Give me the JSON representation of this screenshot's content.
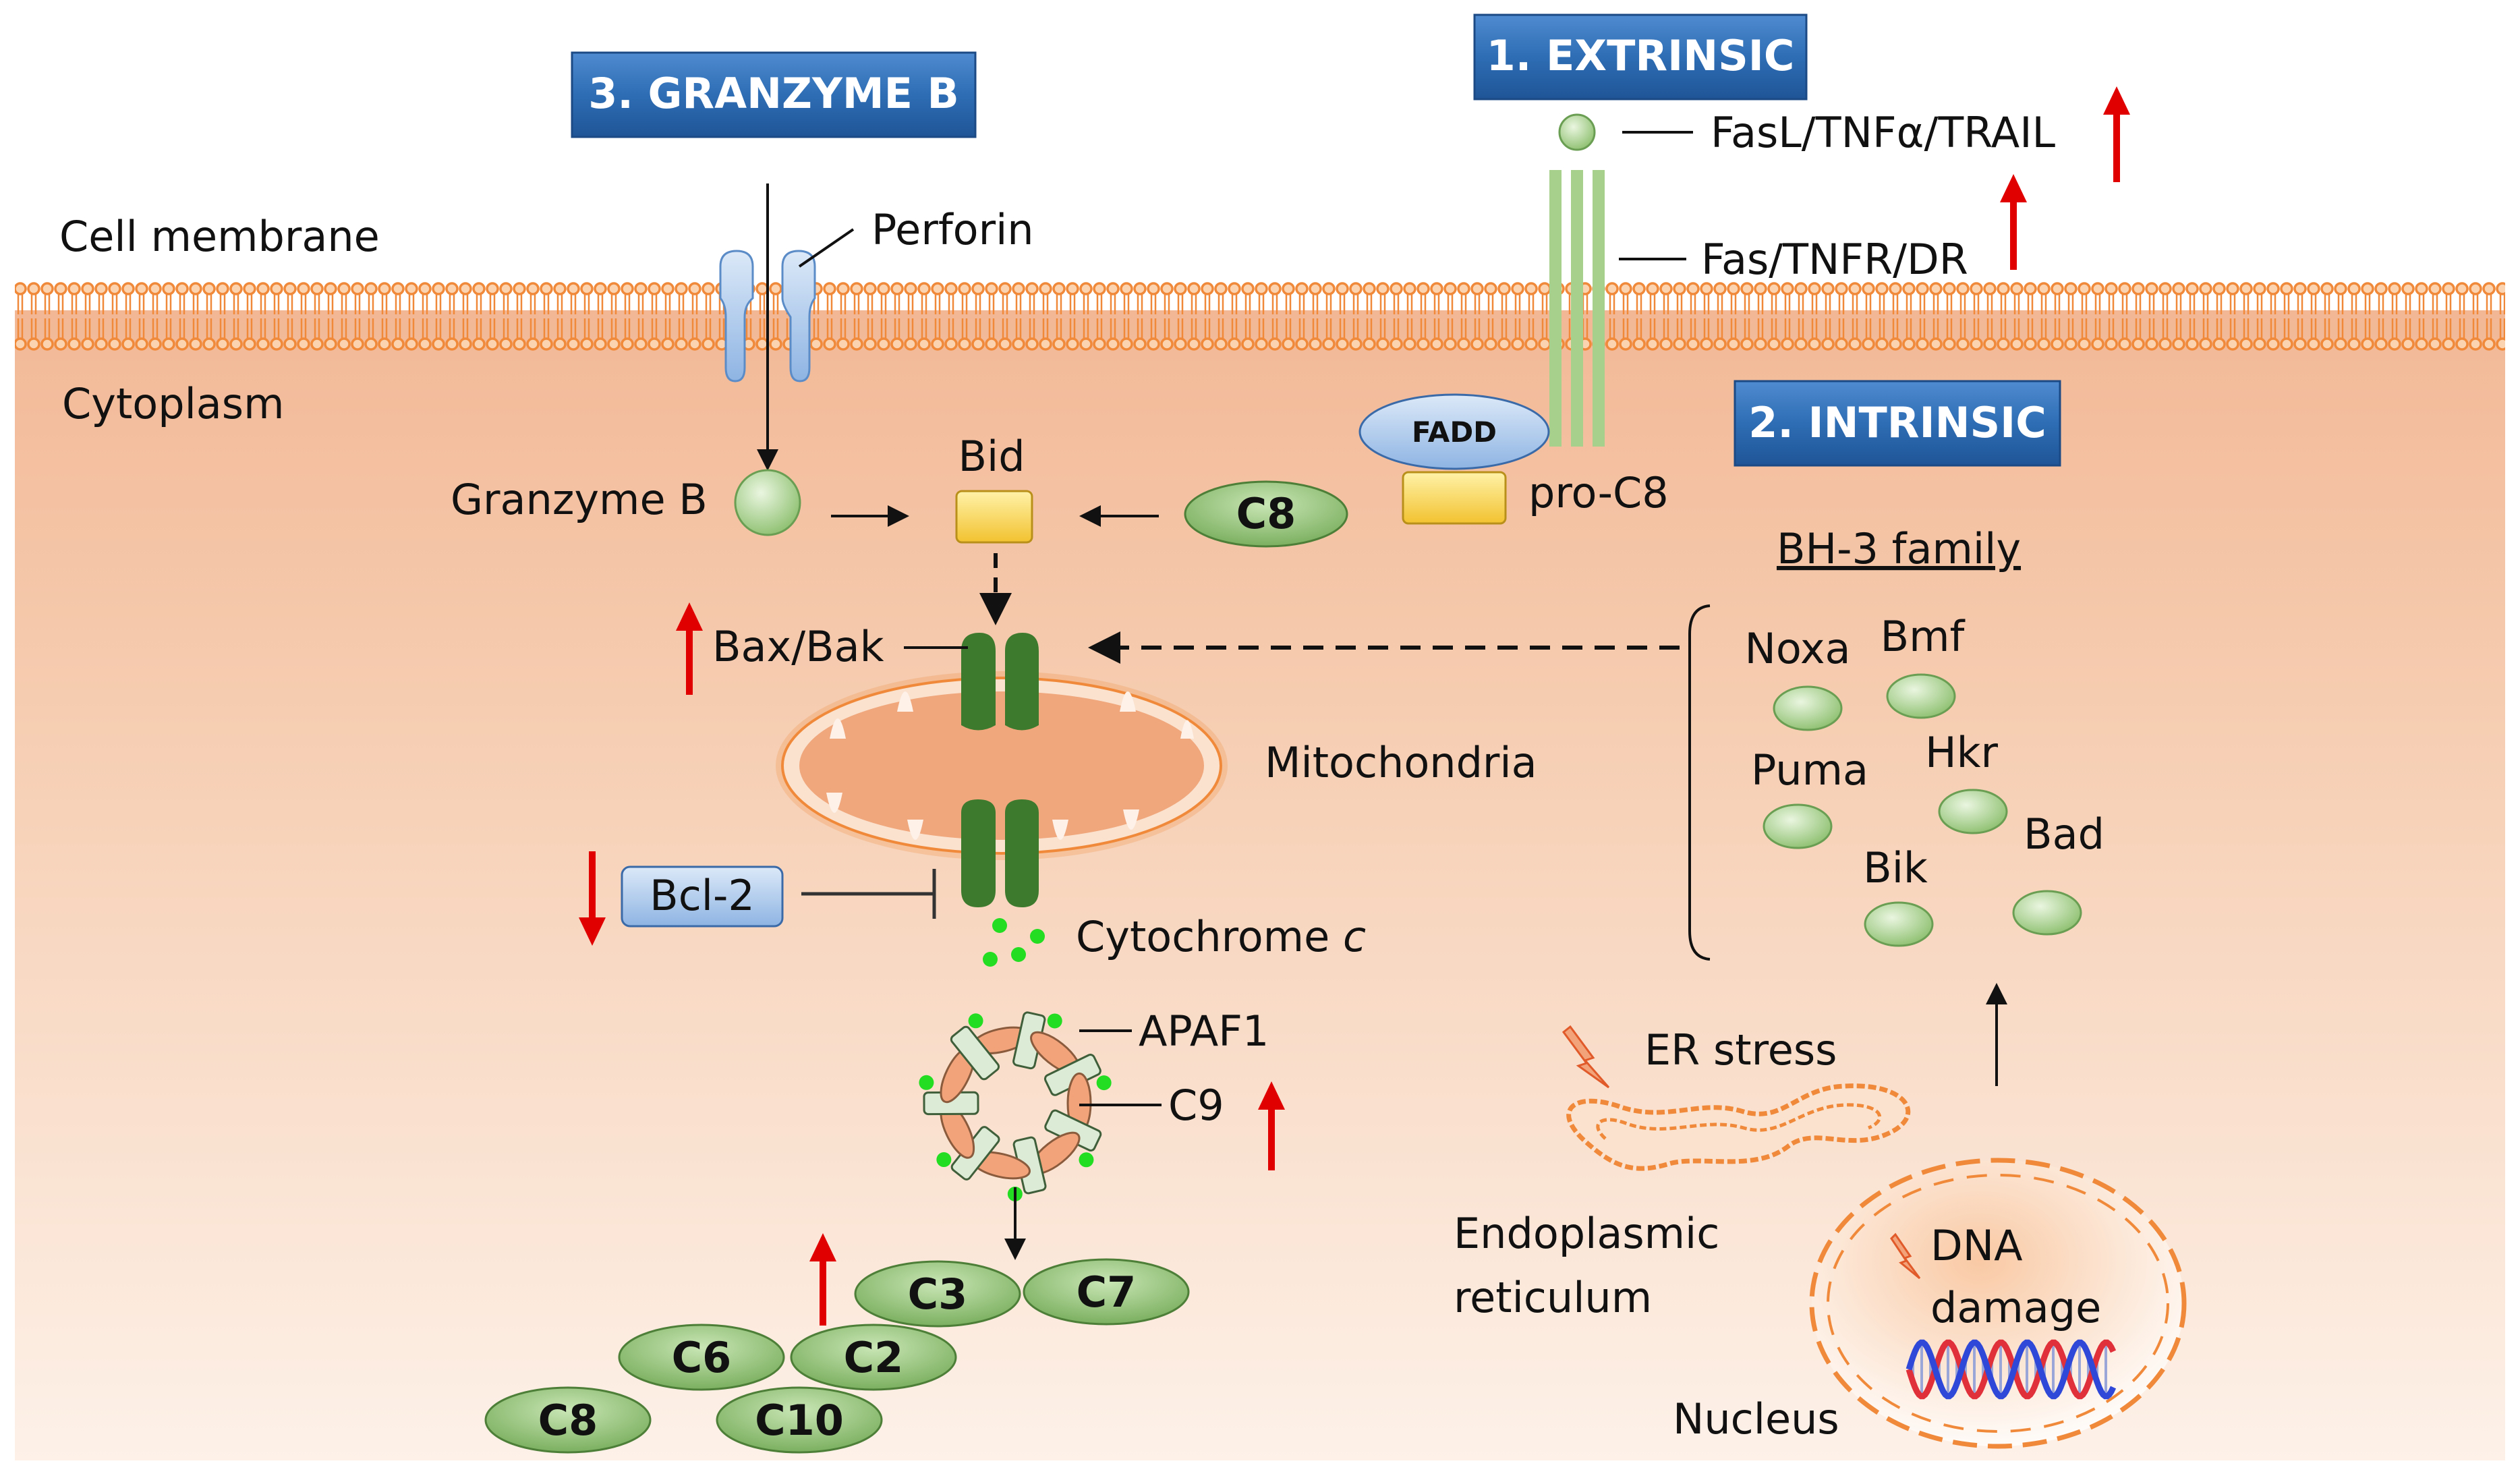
{
  "pathways": {
    "extrinsic": "1. EXTRINSIC",
    "intrinsic": "2. INTRINSIC",
    "granzyme": "3. GRANZYME B"
  },
  "regions": {
    "membrane": "Cell membrane",
    "cytoplasm": "Cytoplasm"
  },
  "labels": {
    "perforin": "Perforin",
    "ligands": "FasL/TNFα/TRAIL",
    "receptors": "Fas/TNFR/DR",
    "fadd": "FADD",
    "pro_c8": "pro-C8",
    "granzyme_b": "Granzyme B",
    "bid": "Bid",
    "bax_bak": "Bax/Bak",
    "mitochondria": "Mitochondria",
    "bcl2": "Bcl-2",
    "cytochrome": "Cytochrome",
    "cytochrome_c": "c",
    "apaf1": "APAF1",
    "c9": "C9",
    "bh3_family": "BH-3 family",
    "er_stress": "ER stress",
    "er_line1": "Endoplasmic",
    "er_line2": "reticulum",
    "dna_line1": "DNA",
    "dna_line2": "damage",
    "nucleus": "Nucleus"
  },
  "caspases": {
    "c8_top": "C8",
    "c3": "C3",
    "c7": "C7",
    "c6": "C6",
    "c2": "C2",
    "c8_bottom": "C8",
    "c10": "C10"
  },
  "bh3_members": [
    "Noxa",
    "Bmf",
    "Puma",
    "Hkr",
    "Bad",
    "Bik"
  ],
  "colors": {
    "title_box": "#2E6DB4",
    "cytoplasm": "#F4C4A4",
    "membrane": "#F08A3A",
    "up_arrow": "#E00000",
    "caspase_green": "#8CBF6E",
    "receptor_green": "#A8D08D",
    "bax_green": "#3E7A2E",
    "perforin_blue": "#8EB4E3",
    "cytochrome_dot": "#22DD22"
  },
  "icons": [
    "lightning-icon",
    "dna-helix-icon"
  ]
}
